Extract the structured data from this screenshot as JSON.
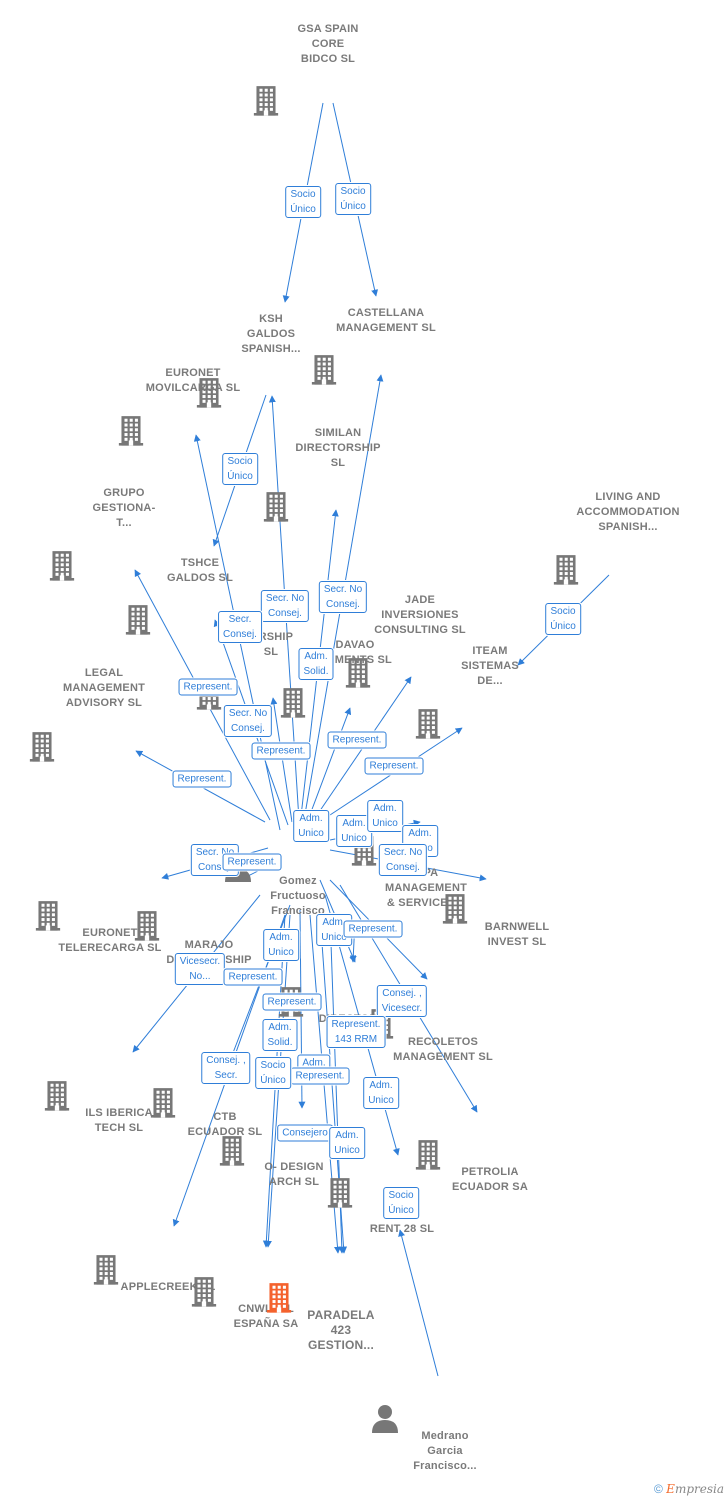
{
  "colors": {
    "edge": "#2f7ed8",
    "company": "#777777",
    "focus": "#f4622d",
    "person": "#777777"
  },
  "nodes": [
    {
      "id": "gsa",
      "type": "company",
      "label": "GSA SPAIN\nCORE\nBIDCO  SL"
    },
    {
      "id": "ksh",
      "type": "company",
      "label": "KSH\nGALDOS\nSPANISH..."
    },
    {
      "id": "castellana",
      "type": "company",
      "label": "CASTELLANA\nMANAGEMENT SL"
    },
    {
      "id": "euronet_movil",
      "type": "company",
      "label": "EURONET\nMOVILCARGA SL"
    },
    {
      "id": "similan",
      "type": "company",
      "label": "SIMILAN\nDIRECTORSHIP\nSL"
    },
    {
      "id": "grupo",
      "type": "company",
      "label": "GRUPO\nGESTIONA-\nT..."
    },
    {
      "id": "living",
      "type": "company",
      "label": "LIVING AND\nACCOMMODATION\nSPANISH..."
    },
    {
      "id": "tshce",
      "type": "company",
      "label": "TSHCE\nGALDOS  SL"
    },
    {
      "id": "jade",
      "type": "company",
      "label": "JADE\nINVERSIONES\nCONSULTING SL"
    },
    {
      "id": "davao",
      "type": "company",
      "label": "DAVAO\n...TMENTS SL"
    },
    {
      "id": "iteam",
      "type": "company",
      "label": "ITEAM\nSISTEMAS\nDE..."
    },
    {
      "id": "directorship_mid",
      "type": "company",
      "label": "...RSHIP\nSL"
    },
    {
      "id": "legal",
      "type": "company",
      "label": "LEGAL\nMANAGEMENT\nADVISORY  SL"
    },
    {
      "id": "gomez",
      "type": "person",
      "label": "Gomez\nFructuoso\nFrancisco"
    },
    {
      "id": "pa_management",
      "type": "company",
      "label": "...PA\nMANAGEMENT\n& SERVICES..."
    },
    {
      "id": "barnwell",
      "type": "company",
      "label": "BARNWELL\nINVEST  SL"
    },
    {
      "id": "euronet_tele",
      "type": "company",
      "label": "EURONET\nTELERECARGA SL"
    },
    {
      "id": "marajo",
      "type": "company",
      "label": "MARAJO\nDIRECTORSHIP"
    },
    {
      "id": "director_143",
      "type": "company",
      "label": "DIRECTOR..."
    },
    {
      "id": "recoletos",
      "type": "company",
      "label": "RECOLETOS\nMANAGEMENT SL"
    },
    {
      "id": "ils",
      "type": "company",
      "label": "ILS IBERICA\nTECH  SL"
    },
    {
      "id": "ctb",
      "type": "company",
      "label": "CTB\nECUADOR  SL"
    },
    {
      "id": "petrolia",
      "type": "company",
      "label": "PETROLIA\nECUADOR SA"
    },
    {
      "id": "odesign",
      "type": "company",
      "label": "O- DESIGN\nARCH  SL"
    },
    {
      "id": "rent",
      "type": "company",
      "label": "RENT 28  SL"
    },
    {
      "id": "applecreek",
      "type": "company",
      "label": "APPLECREEK SL"
    },
    {
      "id": "cnwl",
      "type": "company",
      "label": "CNWL OIL\nESPAÑA SA"
    },
    {
      "id": "paradela",
      "type": "focus",
      "label": "PARADELA\n423\nGESTION..."
    },
    {
      "id": "medrano",
      "type": "person",
      "label": "Medrano\nGarcia\nFrancisco..."
    }
  ],
  "edge_labels": [
    "Socio\nÚnico",
    "Socio\nÚnico",
    "Socio\nÚnico",
    "Socio\nÚnico",
    "Socio\nÚnico",
    "Secr.  No\nConsej.",
    "Secr.  No\nConsej.",
    "Secr.\nConsej.",
    "Adm.\nSolid.",
    "Represent.",
    "Secr.  No\nConsej.",
    "Represent.",
    "Represent.",
    "Represent.",
    "Represent.",
    "Adm.\nUnico",
    "Adm.\nUnico",
    "Adm.\nUnico",
    "Adm.\nUnico",
    "Secr.  No\nConsej.",
    "Represent.",
    "Secr.  No\nConsej.",
    "Adm.\nUnico",
    "Represent.",
    "Adm.\nUnico",
    "Vicesecr.\nNo...",
    "Represent.",
    "Consej. ,\nVicesecr.",
    "Represent.",
    "Adm.\nSolid.",
    "Represent.\n143 RRM",
    "Consej. ,\nSecr.",
    "Adm.",
    "Represent.",
    "Adm.\nUnico",
    "Consejero",
    "Adm.\nUnico",
    "Socio\nÚnico"
  ],
  "edges": [
    [
      "gsa",
      "ksh"
    ],
    [
      "gsa",
      "castellana"
    ],
    [
      "ksh",
      "tshce"
    ],
    [
      "living",
      "iteam"
    ],
    [
      "medrano",
      "rent"
    ],
    [
      "gomez",
      "ksh"
    ],
    [
      "gomez",
      "castellana"
    ],
    [
      "gomez",
      "euronet_movil"
    ],
    [
      "gomez",
      "similan"
    ],
    [
      "gomez",
      "grupo"
    ],
    [
      "gomez",
      "tshce"
    ],
    [
      "gomez",
      "jade"
    ],
    [
      "gomez",
      "davao"
    ],
    [
      "gomez",
      "iteam"
    ],
    [
      "gomez",
      "directorship_mid"
    ],
    [
      "gomez",
      "legal"
    ],
    [
      "gomez",
      "pa_management"
    ],
    [
      "gomez",
      "barnwell"
    ],
    [
      "gomez",
      "euronet_tele"
    ],
    [
      "gomez",
      "marajo"
    ],
    [
      "gomez",
      "director_143"
    ],
    [
      "gomez",
      "recoletos"
    ],
    [
      "gomez",
      "ils"
    ],
    [
      "gomez",
      "ctb"
    ],
    [
      "gomez",
      "petrolia"
    ],
    [
      "gomez",
      "odesign"
    ],
    [
      "gomez",
      "rent"
    ],
    [
      "gomez",
      "applecreek"
    ],
    [
      "gomez",
      "cnwl"
    ],
    [
      "gomez",
      "paradela"
    ],
    [
      "gomez",
      "paradela"
    ],
    [
      "gomez",
      "paradela"
    ],
    [
      "gomez",
      "cnwl"
    ],
    [
      "gomez",
      "director_143"
    ]
  ],
  "footer": {
    "copyright": "©",
    "brand_first": "E",
    "brand_rest": "mpresia"
  }
}
